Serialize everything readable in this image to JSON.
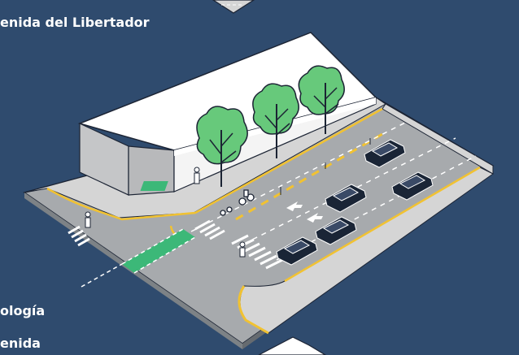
{
  "labels": {
    "top": "enida del Libertador",
    "bottom_line1": "ología",
    "bottom_line2": "enida"
  },
  "colors": {
    "background": "#2f4b6e",
    "road": "#a7aaad",
    "sidewalk": "#d5d5d5",
    "building": "#ffffff",
    "curb_yellow": "#f1c232",
    "bike_lane_green": "#3cb878",
    "tree_green": "#67c97b",
    "car": "#1a2536",
    "outline": "#1c2434"
  },
  "icons": {
    "trees": "tree-icon",
    "cars": "car-icon",
    "cyclist": "cyclist-icon",
    "pedestrian": "pedestrian-icon",
    "arrows": "lane-arrow-icon"
  }
}
